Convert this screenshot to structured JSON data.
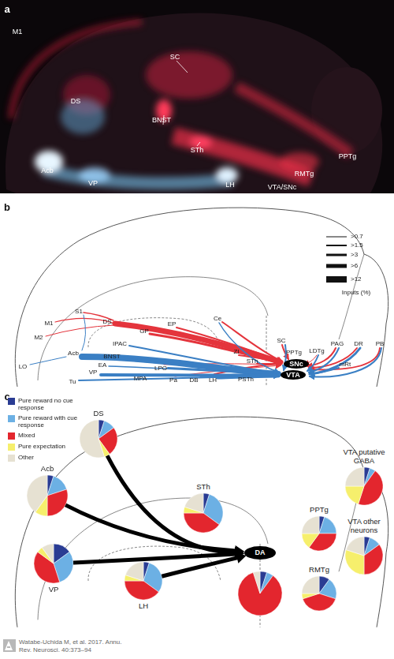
{
  "diagram": {
    "caption": "Watabe-Uchida M, et al. 2017. Annu. Rev. Neurosci. 40:373–94",
    "nodes": [
      {
        "text": [
          "SNc"
        ]
      },
      {
        "text": [
          "VTA"
        ]
      },
      {
        "text": [
          "DS"
        ]
      },
      {
        "text": [
          "Acb"
        ]
      },
      {
        "text": [
          "VTA putative GABA"
        ]
      },
      {
        "text": [
          "STh"
        ]
      },
      {
        "text": [
          "PPTg"
        ]
      },
      {
        "text": [
          "VTA other neurons"
        ]
      },
      {
        "text": [
          "DA"
        ]
      },
      {
        "text": [
          "VP"
        ]
      },
      {
        "text": [
          "RMTg"
        ]
      },
      {
        "text": [
          "LH"
        ]
      }
    ],
    "edges": [
      {
        "from": 2,
        "to": 8,
        "arrow": "to"
      },
      {
        "from": 3,
        "to": 8,
        "arrow": "to"
      },
      {
        "from": 9,
        "to": 8,
        "arrow": "to"
      },
      {
        "from": 11,
        "to": 8,
        "arrow": "to"
      }
    ],
    "labels": [
      "a",
      "M1",
      "SC",
      "DS",
      "BNST",
      "PPTg",
      "RMTg",
      "STh",
      "VTA/SNc",
      "Acb",
      "VP",
      "LH",
      "b",
      "S1",
      "M1",
      "M2",
      "DS",
      "GP",
      "EP",
      "Ce",
      "SC",
      "PPTg",
      "LDTg",
      "PAG",
      "DR",
      "PB",
      "mRt",
      "IPAC",
      "Acb",
      "BNST",
      "EA",
      "LO",
      "Tu",
      "VP",
      "MPA",
      "LPO",
      "Pa",
      "DB",
      "LH",
      "ZI",
      "STh",
      "PSTh",
      "Inputs (%)",
      "c"
    ],
    "legend": [
      {
        "text": ">0.7"
      },
      {
        "text": ">1.5"
      },
      {
        "text": ">3"
      },
      {
        "text": ">6"
      },
      {
        "text": ">12"
      },
      {
        "text": "Pure reward no cue response",
        "color": "#2a3c93"
      },
      {
        "text": "Pure reward with cue response",
        "color": "#6cb0e4"
      },
      {
        "text": "Mixed",
        "color": "#e3262e"
      },
      {
        "text": "Pure expectation",
        "color": "#f6ef6c"
      },
      {
        "text": "Other",
        "color": "#e6e1d2"
      }
    ]
  }
}
